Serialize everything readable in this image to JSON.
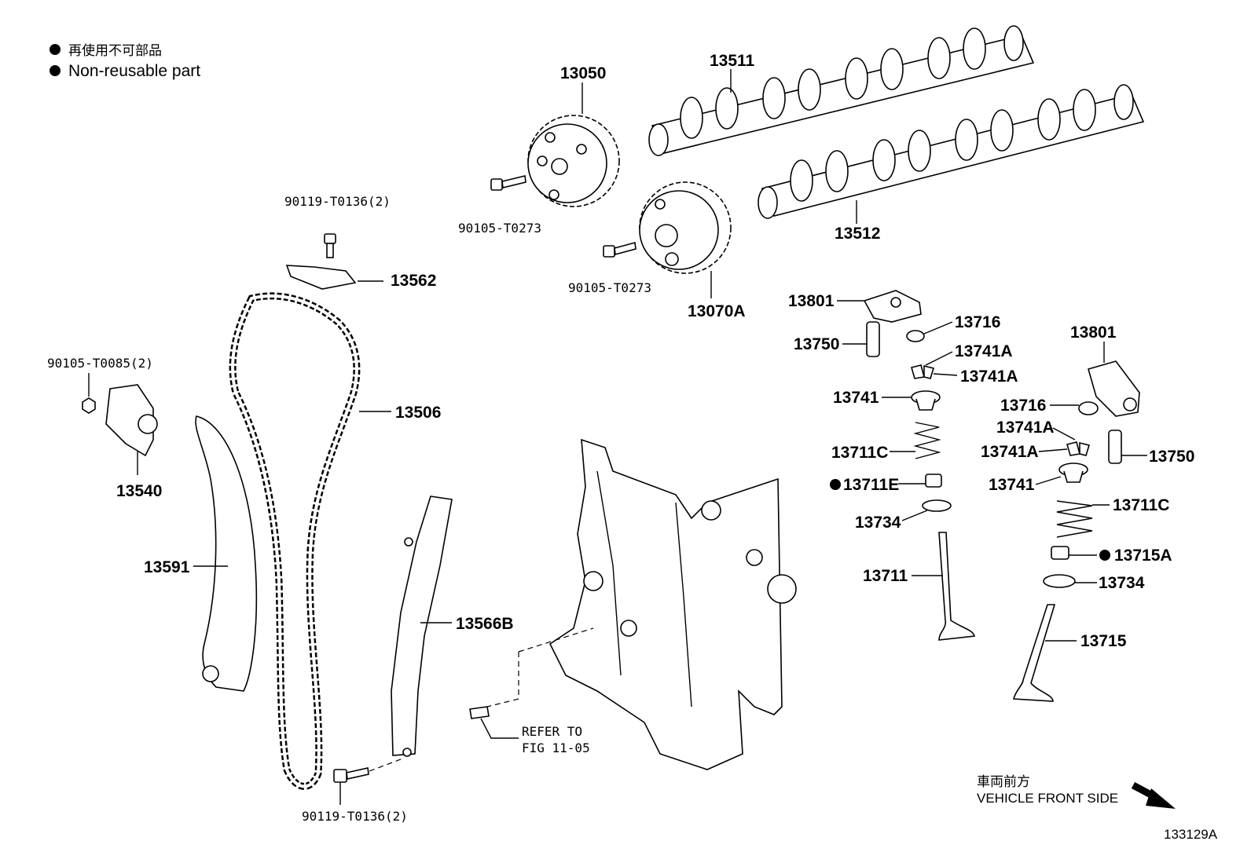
{
  "legend": {
    "line1": "再使用不可部品",
    "line2": "Non-reusable part"
  },
  "callouts": {
    "c13050": "13050",
    "c13511": "13511",
    "c13512": "13512",
    "c13070a": "13070A",
    "c90105_t0273_a": "90105-T0273",
    "c90105_t0273_b": "90105-T0273",
    "c90119_t0136_top": "90119-T0136(2)",
    "c13562": "13562",
    "c90105_t0085": "90105-T0085(2)",
    "c13540": "13540",
    "c13506": "13506",
    "c13591": "13591",
    "c13566b": "13566B",
    "c90119_t0136_bottom": "90119-T0136(2)",
    "c13801_a": "13801",
    "c13716_a": "13716",
    "c13750_a": "13750",
    "c13741a_1": "13741A",
    "c13741a_2": "13741A",
    "c13741_a": "13741",
    "c13711c_a": "13711C",
    "c13711e": "13711E",
    "c13734_a": "13734",
    "c13711": "13711",
    "c13801_b": "13801",
    "c13716_b": "13716",
    "c13741a_3": "13741A",
    "c13741a_4": "13741A",
    "c13750_b": "13750",
    "c13741_b": "13741",
    "c13711c_b": "13711C",
    "c13715a": "13715A",
    "c13734_b": "13734",
    "c13715": "13715"
  },
  "refer": {
    "line1": "REFER TO",
    "line2": "FIG 11-05"
  },
  "direction": {
    "jp": "車両前方",
    "en": "VEHICLE FRONT SIDE"
  },
  "figure_id": "133129A",
  "colors": {
    "ink": "#000000",
    "paper": "#ffffff"
  }
}
